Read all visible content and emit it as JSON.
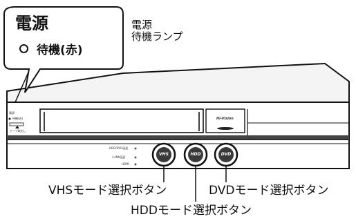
{
  "callout": {
    "title": "電源",
    "status_label": "待機(赤)"
  },
  "annotations": {
    "standby_lamp_line1": "電源",
    "standby_lamp_line2": "待機ランプ",
    "vhs_mode_button": "VHSモード選択ボタン",
    "hdd_mode_button": "HDDモード選択ボタン",
    "dvd_mode_button": "DVDモード選択ボタン"
  },
  "device": {
    "panel_power_label": "電源",
    "panel_standby_label": "待機(赤)",
    "panel_eject_label": "テープ取出し",
    "badge": "Hi-Vision",
    "indicators": [
      "HDD/DVD画面",
      "i.LINK画面",
      "HDMI"
    ],
    "buttons": [
      "VHS",
      "HDD",
      "DVD"
    ]
  }
}
